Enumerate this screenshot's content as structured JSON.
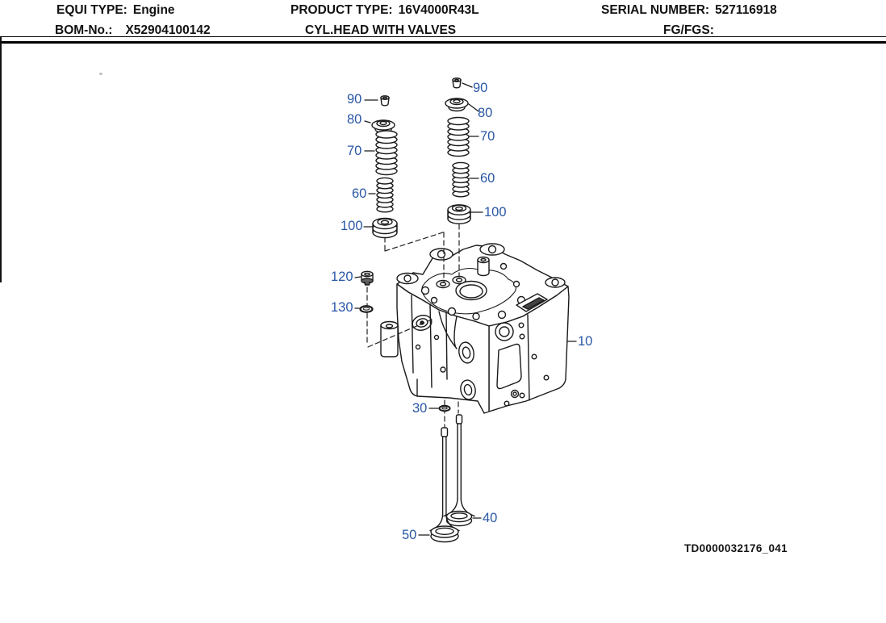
{
  "header": {
    "equi_type": {
      "label": "EQUI TYPE:",
      "value": "Engine"
    },
    "product_type": {
      "label": "PRODUCT TYPE:",
      "value": "16V4000R43L"
    },
    "serial_number": {
      "label": "SERIAL NUMBER:",
      "value": "527116918"
    },
    "bom_no": {
      "label": "BOM-No.:",
      "value": "X52904100142"
    },
    "drawing_title": "CYL.HEAD WITH VALVES",
    "fg_fgs": {
      "label": "FG/FGS:",
      "value": ""
    }
  },
  "diagram": {
    "drawing_id": "TD0000032176_041",
    "callout_color": "#2a57a5",
    "line_color": "#1a1a1a",
    "callouts": [
      {
        "label": "90"
      },
      {
        "label": "80"
      },
      {
        "label": "70"
      },
      {
        "label": "60"
      },
      {
        "label": "100"
      },
      {
        "label": "90"
      },
      {
        "label": "80"
      },
      {
        "label": "70"
      },
      {
        "label": "60"
      },
      {
        "label": "100"
      },
      {
        "label": "120"
      },
      {
        "label": "130"
      },
      {
        "label": "10"
      },
      {
        "label": "30"
      },
      {
        "label": "40"
      },
      {
        "label": "50"
      }
    ]
  }
}
